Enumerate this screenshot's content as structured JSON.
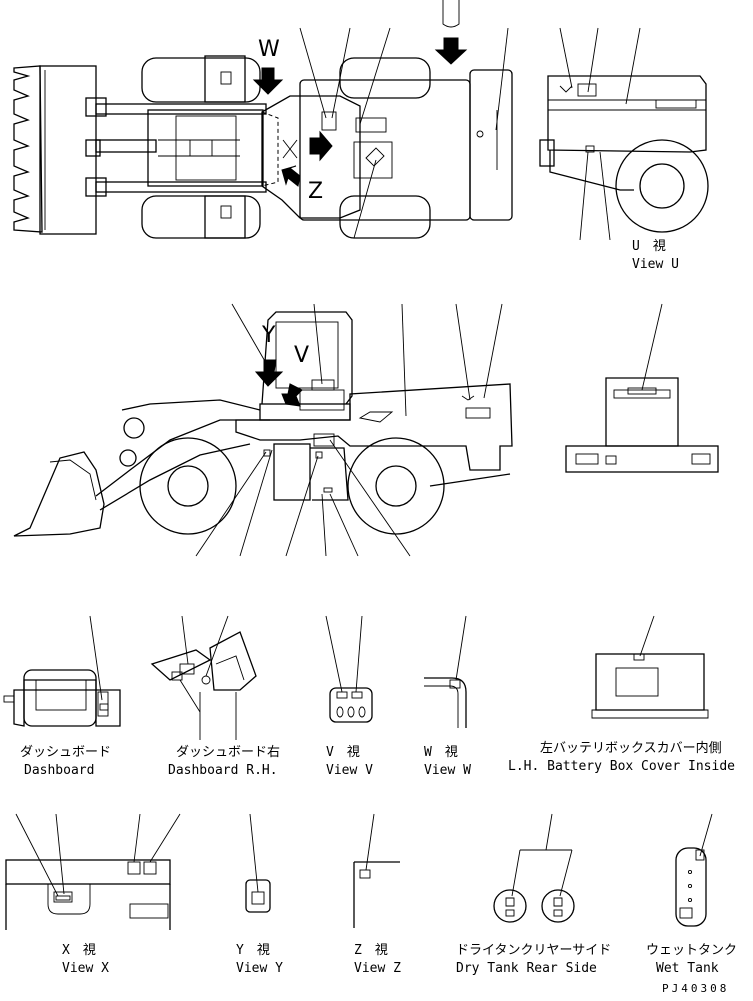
{
  "views": {
    "u": {
      "jp": "U　視",
      "en": "View U"
    },
    "dashboard": {
      "jp": "ダッシュボード",
      "en": "Dashboard"
    },
    "dashboard_rh": {
      "jp": "ダッシュボード右",
      "en": "Dashboard R.H."
    },
    "v": {
      "jp": "V　視",
      "en": "View V"
    },
    "w": {
      "jp": "W　視",
      "en": "View W"
    },
    "battery": {
      "jp": "左バッテリボックスカバー内側",
      "en": "L.H. Battery Box Cover Inside"
    },
    "x": {
      "jp": "X　視",
      "en": "View X"
    },
    "y": {
      "jp": "Y　視",
      "en": "View Y"
    },
    "z": {
      "jp": "Z　視",
      "en": "View Z"
    },
    "drytank": {
      "jp": "ドライタンクリヤーサイド",
      "en": "Dry Tank Rear Side"
    },
    "wettank": {
      "jp": "ウェットタンク",
      "en": "Wet Tank"
    }
  },
  "callouts": {
    "w_top": "W",
    "x_top": "X",
    "z_top": "Z",
    "y_side": "Y",
    "v_side": "V"
  },
  "drawing_code": "PJ40308"
}
